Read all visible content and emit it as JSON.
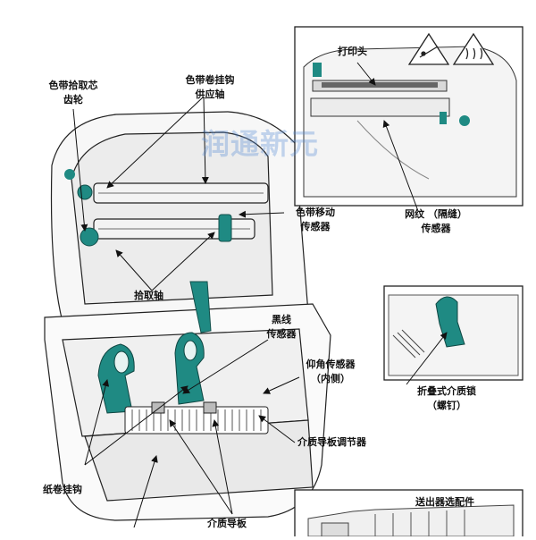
{
  "watermark": "润通新元",
  "labels": {
    "ribbon_takeup_gear_line1": "色带拾取芯",
    "ribbon_takeup_gear_line2": "齿轮",
    "ribbon_hook_line1": "色带卷挂钩",
    "ribbon_hook_line2": "供应轴",
    "printhead": "打印头",
    "ribbon_motion_sensor_line1": "色带移动",
    "ribbon_motion_sensor_line2": "传感器",
    "web_sensor_line1": "网纹 （隔缝）",
    "web_sensor_line2": "传感器",
    "takeup_spindle": "拾取轴",
    "black_line_sensor_line1": "黑线",
    "black_line_sensor_line2": "传感器",
    "head_up_sensor_line1": "仰角传感器",
    "head_up_sensor_line2": "（内侧）",
    "fold_media_lock_line1": "折叠式介质锁",
    "fold_media_lock_line2": "（螺钉）",
    "media_guide_adjuster": "介质导板调节器",
    "roll_holder": "纸卷挂钩",
    "media_guide": "介质导板",
    "dispenser_option": "送出器选配件"
  },
  "colors": {
    "accent_teal": "#1f8a83",
    "line": "#222222",
    "inset_bg": "#f2f2f2"
  },
  "icons": [
    "caution-triangle-icon",
    "hot-surface-icon"
  ]
}
